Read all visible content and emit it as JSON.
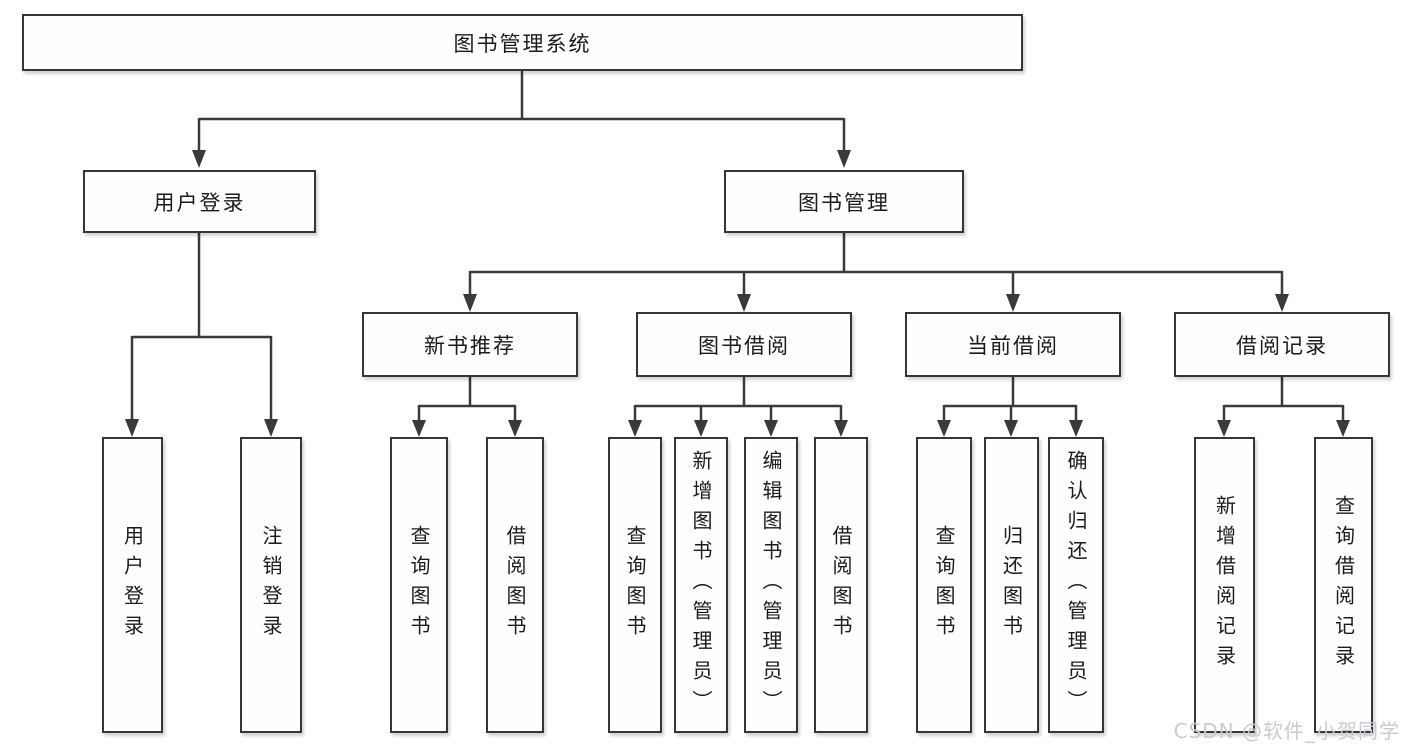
{
  "colors": {
    "background": "#ffffff",
    "box_border": "#363636",
    "line": "#3a3a3a",
    "text": "#1b1b1b",
    "watermark": "#c6ccd2"
  },
  "watermark": "CSDN @软件_小贺同学",
  "tree": {
    "label": "图书管理系统",
    "children": [
      {
        "label": "用户登录",
        "children": [
          {
            "label": "用户登录"
          },
          {
            "label": "注销登录"
          }
        ]
      },
      {
        "label": "图书管理",
        "children": [
          {
            "label": "新书推荐",
            "children": [
              {
                "label": "查询图书"
              },
              {
                "label": "借阅图书"
              }
            ]
          },
          {
            "label": "图书借阅",
            "children": [
              {
                "label": "查询图书"
              },
              {
                "label": "新增图书（管理员）"
              },
              {
                "label": "编辑图书（管理员）"
              },
              {
                "label": "借阅图书"
              }
            ]
          },
          {
            "label": "当前借阅",
            "children": [
              {
                "label": "查询图书"
              },
              {
                "label": "归还图书"
              },
              {
                "label": "确认归还（管理员）"
              }
            ]
          },
          {
            "label": "借阅记录",
            "children": [
              {
                "label": "新增借阅记录"
              },
              {
                "label": "查询借阅记录"
              }
            ]
          }
        ]
      }
    ]
  }
}
